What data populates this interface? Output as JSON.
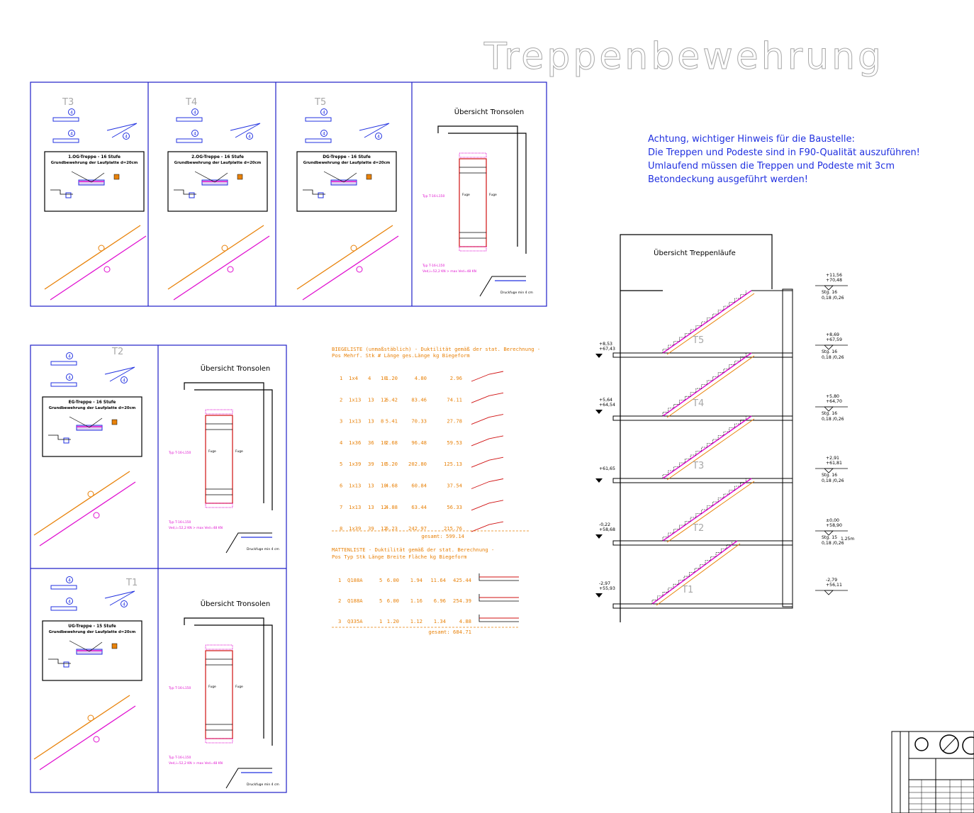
{
  "title": "Treppenbewehrung",
  "notice": [
    "Achtung, wichtiger Hinweis für die Baustelle:",
    "Die Treppen und Podeste sind in F90-Qualität auszuführen!",
    "Umlaufend müssen die Treppen und Podeste mit 3cm",
    "Betondeckung ausgeführt werden!"
  ],
  "panels": [
    {
      "tag": "T3",
      "box_title": "1.OG-Treppe - 16 Stufe",
      "box_sub": "Grundbewehrung der Laufplatte d=20cm"
    },
    {
      "tag": "T4",
      "box_title": "2.OG-Treppe - 16 Stufe",
      "box_sub": "Grundbewehrung der Laufplatte d=20cm"
    },
    {
      "tag": "T5",
      "box_title": "DG-Treppe - 16 Stufe",
      "box_sub": "Grundbewehrung der Laufplatte d=20cm"
    },
    {
      "tag": "T2",
      "box_title": "EG-Treppe - 16 Stufe",
      "box_sub": "Grundbewehrung der Laufplatte d=20cm"
    },
    {
      "tag": "T1",
      "box_title": "UG-Treppe - 15 Stufe",
      "box_sub": "Grundbewehrung der Laufplatte d=20cm"
    }
  ],
  "tronsolen": {
    "title": "Übersicht Tronsolen",
    "label_fuge": "Fuge",
    "label_druckfuge": "Druckfuge min 4 cm",
    "label_typ": "Typ T-16-L150",
    "label_ved": "Ved,i=52,2 KN > max Ved=48 KN"
  },
  "biegeliste": {
    "title": "BIEGELISTE (unmaßstäblich) - Duktilität gemäß der stat. Berechnung -",
    "header": [
      "Pos",
      "Mehrf.",
      "Stk",
      "#",
      "Länge",
      "ges.Länge",
      "kg",
      "Biegeform"
    ],
    "rows": [
      [
        "1",
        "1x4",
        "4",
        "10",
        "1.20",
        "4.80",
        "2.96"
      ],
      [
        "2",
        "1x13",
        "13",
        "12",
        "6.42",
        "83.46",
        "74.11"
      ],
      [
        "3",
        "1x13",
        "13",
        "8",
        "5.41",
        "70.33",
        "27.78"
      ],
      [
        "4",
        "1x36",
        "36",
        "10",
        "2.68",
        "96.48",
        "59.53"
      ],
      [
        "5",
        "1x39",
        "39",
        "10",
        "5.20",
        "202.80",
        "125.13"
      ],
      [
        "6",
        "1x13",
        "13",
        "10",
        "4.68",
        "60.84",
        "37.54"
      ],
      [
        "7",
        "1x13",
        "13",
        "12",
        "4.88",
        "63.44",
        "56.33"
      ],
      [
        "8",
        "1x39",
        "39",
        "12",
        "6.23",
        "242.97",
        "215.76"
      ]
    ],
    "total": "gesamt: 599.14"
  },
  "mattenliste": {
    "title": "MATTENLISTE - Duktilität gemäß der stat. Berechnung -",
    "header": [
      "Pos",
      "Typ",
      "Stk",
      "Länge",
      "Breite",
      "Fläche",
      "kg",
      "Biegeform"
    ],
    "rows": [
      [
        "1",
        "Q188A",
        "5",
        "6.00",
        "1.94",
        "11.64",
        "425.44"
      ],
      [
        "2",
        "Q188A",
        "5",
        "6.00",
        "1.16",
        "6.96",
        "254.39"
      ],
      [
        "3",
        "Q335A",
        "1",
        "1.20",
        "1.12",
        "1.34",
        "4.88"
      ]
    ],
    "total": "gesamt: 684.71"
  },
  "treppenlaeufe": {
    "title": "Übersicht Treppenläufe",
    "flights": [
      "T5",
      "T4",
      "T3",
      "T2",
      "T1"
    ],
    "levels_right": [
      {
        "a": "+11,56",
        "b": "+70,48",
        "stg": "Stg. 16",
        "dim": "0,18 /0,26"
      },
      {
        "a": "+8,69",
        "b": "+67,59",
        "stg": "Stg. 16",
        "dim": "0,18 /0,26"
      },
      {
        "a": "+5,80",
        "b": "+64,70",
        "stg": "Stg. 16",
        "dim": "0,18 /0,26"
      },
      {
        "a": "+2,91",
        "b": "+61,81",
        "stg": "Stg. 16",
        "dim": "0,18 /0,26"
      },
      {
        "a": "±0,00",
        "b": "+58,90",
        "stg": "Stg. 15",
        "dim": "0,18 /0,26"
      },
      {
        "a": "-2,79",
        "b": "+56,11",
        "stg": "",
        "dim": ""
      }
    ],
    "levels_left": [
      {
        "a": "+8,53",
        "b": "+67,43"
      },
      {
        "a": "+5,64",
        "b": "+64,54"
      },
      {
        "a": "+61,65",
        "b": ""
      },
      {
        "a": "-0,22",
        "b": "+58,68"
      },
      {
        "a": "-2,97",
        "b": "+55,93"
      }
    ],
    "extra": "1.25m"
  },
  "colors": {
    "frame": "#2020c8",
    "orange": "#e8820a",
    "magenta": "#e010d0",
    "blue": "#2030e0",
    "red": "#d01010",
    "gray": "#a8a8a8"
  }
}
